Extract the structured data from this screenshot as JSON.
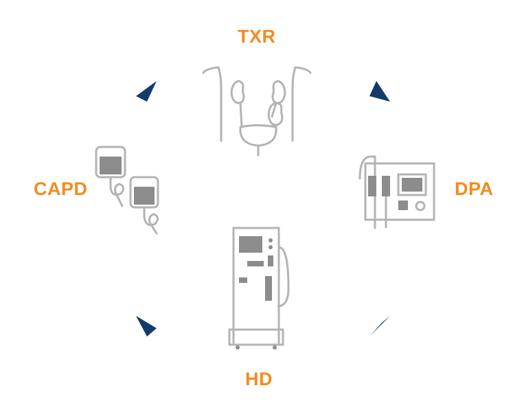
{
  "labels": {
    "top": "TXR",
    "left": "CAPD",
    "right": "DPA",
    "bottom": "HD"
  },
  "colors": {
    "label": "#F58A1F",
    "arrow": "#123A6B",
    "icon_stroke": "#B3B3B3",
    "icon_fill": "#8C8C8C"
  },
  "icons": {
    "top": "body-kidneys-transplant-icon",
    "left": "dialysis-fluid-bags-icon",
    "right": "peritoneal-cycler-machine-icon",
    "bottom": "hemodialysis-machine-icon"
  }
}
